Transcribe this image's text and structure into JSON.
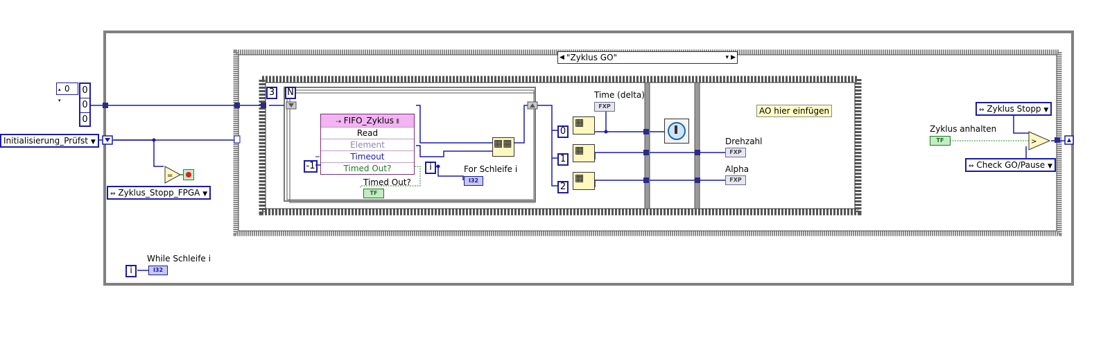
{
  "case_selector": "\"Zyklus GO\"",
  "controls": {
    "init_enum": "Initialisierung_Prüfst",
    "zyklus_stopp_fpga": "Zyklus_Stopp_FPGA",
    "zyklus_stopp": "Zyklus Stopp",
    "check_go_pause": "Check GO/Pause"
  },
  "array_const": {
    "index": "0",
    "values": [
      "0",
      "0",
      "0"
    ]
  },
  "for_loop": {
    "count": "3",
    "n_label": "N",
    "i_label": "i",
    "i_name": "For Schleife i"
  },
  "while_loop": {
    "i_label": "i",
    "i_name": "While Schleife i"
  },
  "fifo": {
    "title": "FIFO_Zyklus",
    "rows": [
      "Read",
      "Element",
      "Timeout",
      "Timed Out?"
    ],
    "timeout_value": "-1"
  },
  "indicators": {
    "timed_out": "Timed Out?",
    "time_delta": "Time (delta)",
    "drehzahl": "Drehzahl",
    "alpha": "Alpha",
    "zyklus_anhalten": "Zyklus anhalten"
  },
  "index_consts": [
    "0",
    "1",
    "2"
  ],
  "comment": "AO hier einfügen",
  "terminal_types": {
    "i32": "I32",
    "fxp": "FXP",
    "tf": "TF"
  },
  "colors": {
    "wire_blue": "#1a1aa8",
    "wire_green": "#1f8a1f",
    "fifo_header": "#f2b4f2",
    "comment_bg": "#ffffc8",
    "stop_red": "#e02020"
  }
}
